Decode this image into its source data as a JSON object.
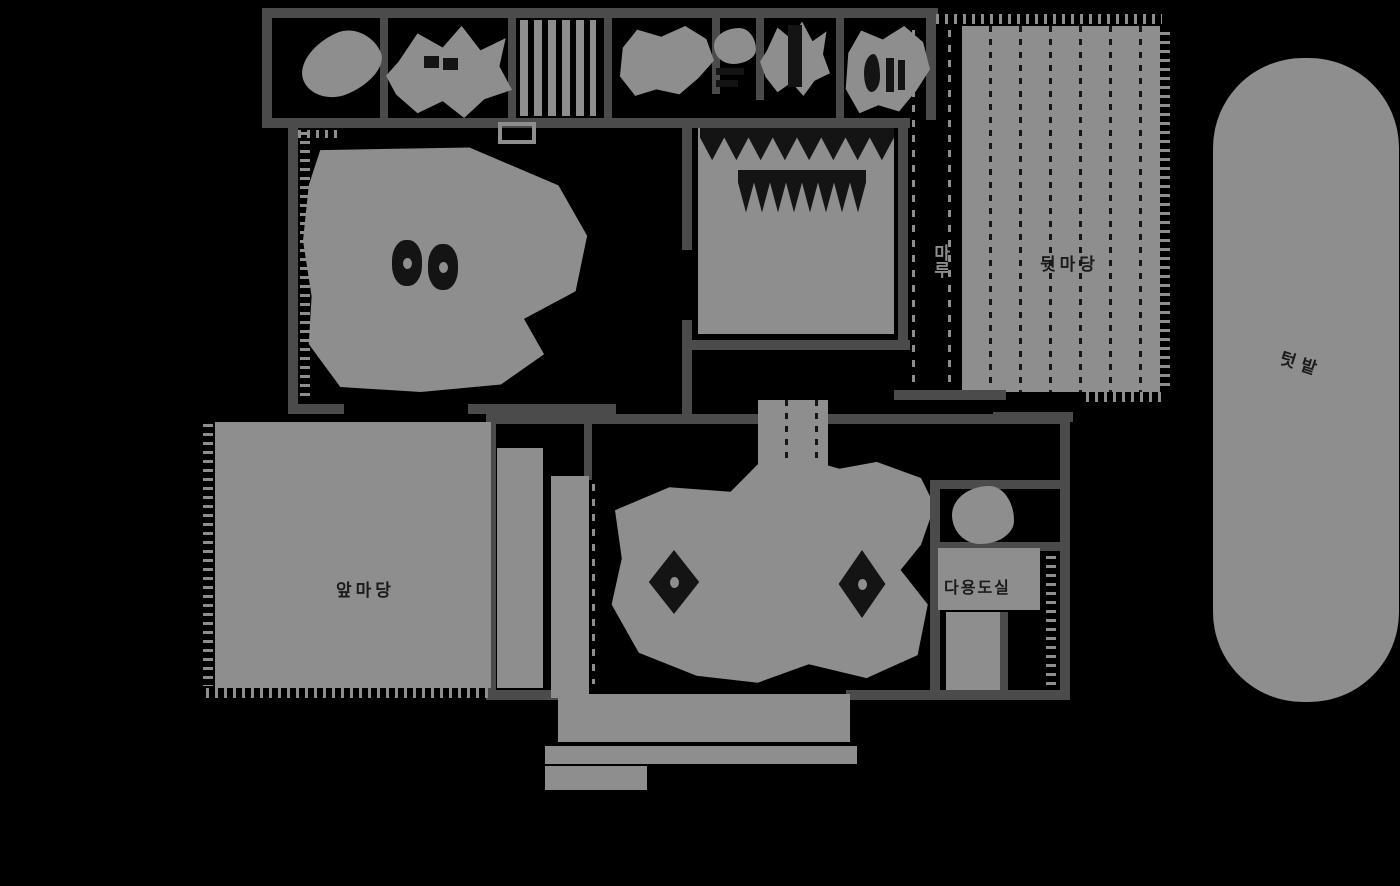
{
  "plan": {
    "labels": {
      "backyard": "뒷마당",
      "front_yard": "앞마당",
      "field": "텃밭",
      "utility_room": "다용도실",
      "maru": "마루"
    },
    "colors": {
      "background": "#000000",
      "fill": "#8e8e8e",
      "wall": "#4b4b4b",
      "dark": "#141414",
      "label_dark": "#1b1b1b",
      "label_light": "#8e8e8e"
    }
  }
}
